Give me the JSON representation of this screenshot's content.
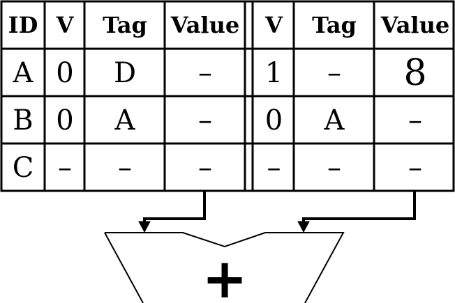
{
  "table": {
    "headers": [
      "ID",
      "V",
      "Tag",
      "Value",
      "V",
      "Tag",
      "Value"
    ],
    "rows": [
      {
        "id": "A",
        "left_v": "0",
        "left_tag": "D",
        "left_value": "–",
        "right_v": "1",
        "right_tag": "–",
        "right_value": "8"
      },
      {
        "id": "B",
        "left_v": "0",
        "left_tag": "A",
        "left_value": "–",
        "right_v": "0",
        "right_tag": "A",
        "right_value": "–"
      },
      {
        "id": "C",
        "left_v": "–",
        "left_tag": "–",
        "left_value": "–",
        "right_v": "–",
        "right_tag": "–",
        "right_value": "–"
      }
    ]
  },
  "alu": {
    "operator": "+"
  }
}
